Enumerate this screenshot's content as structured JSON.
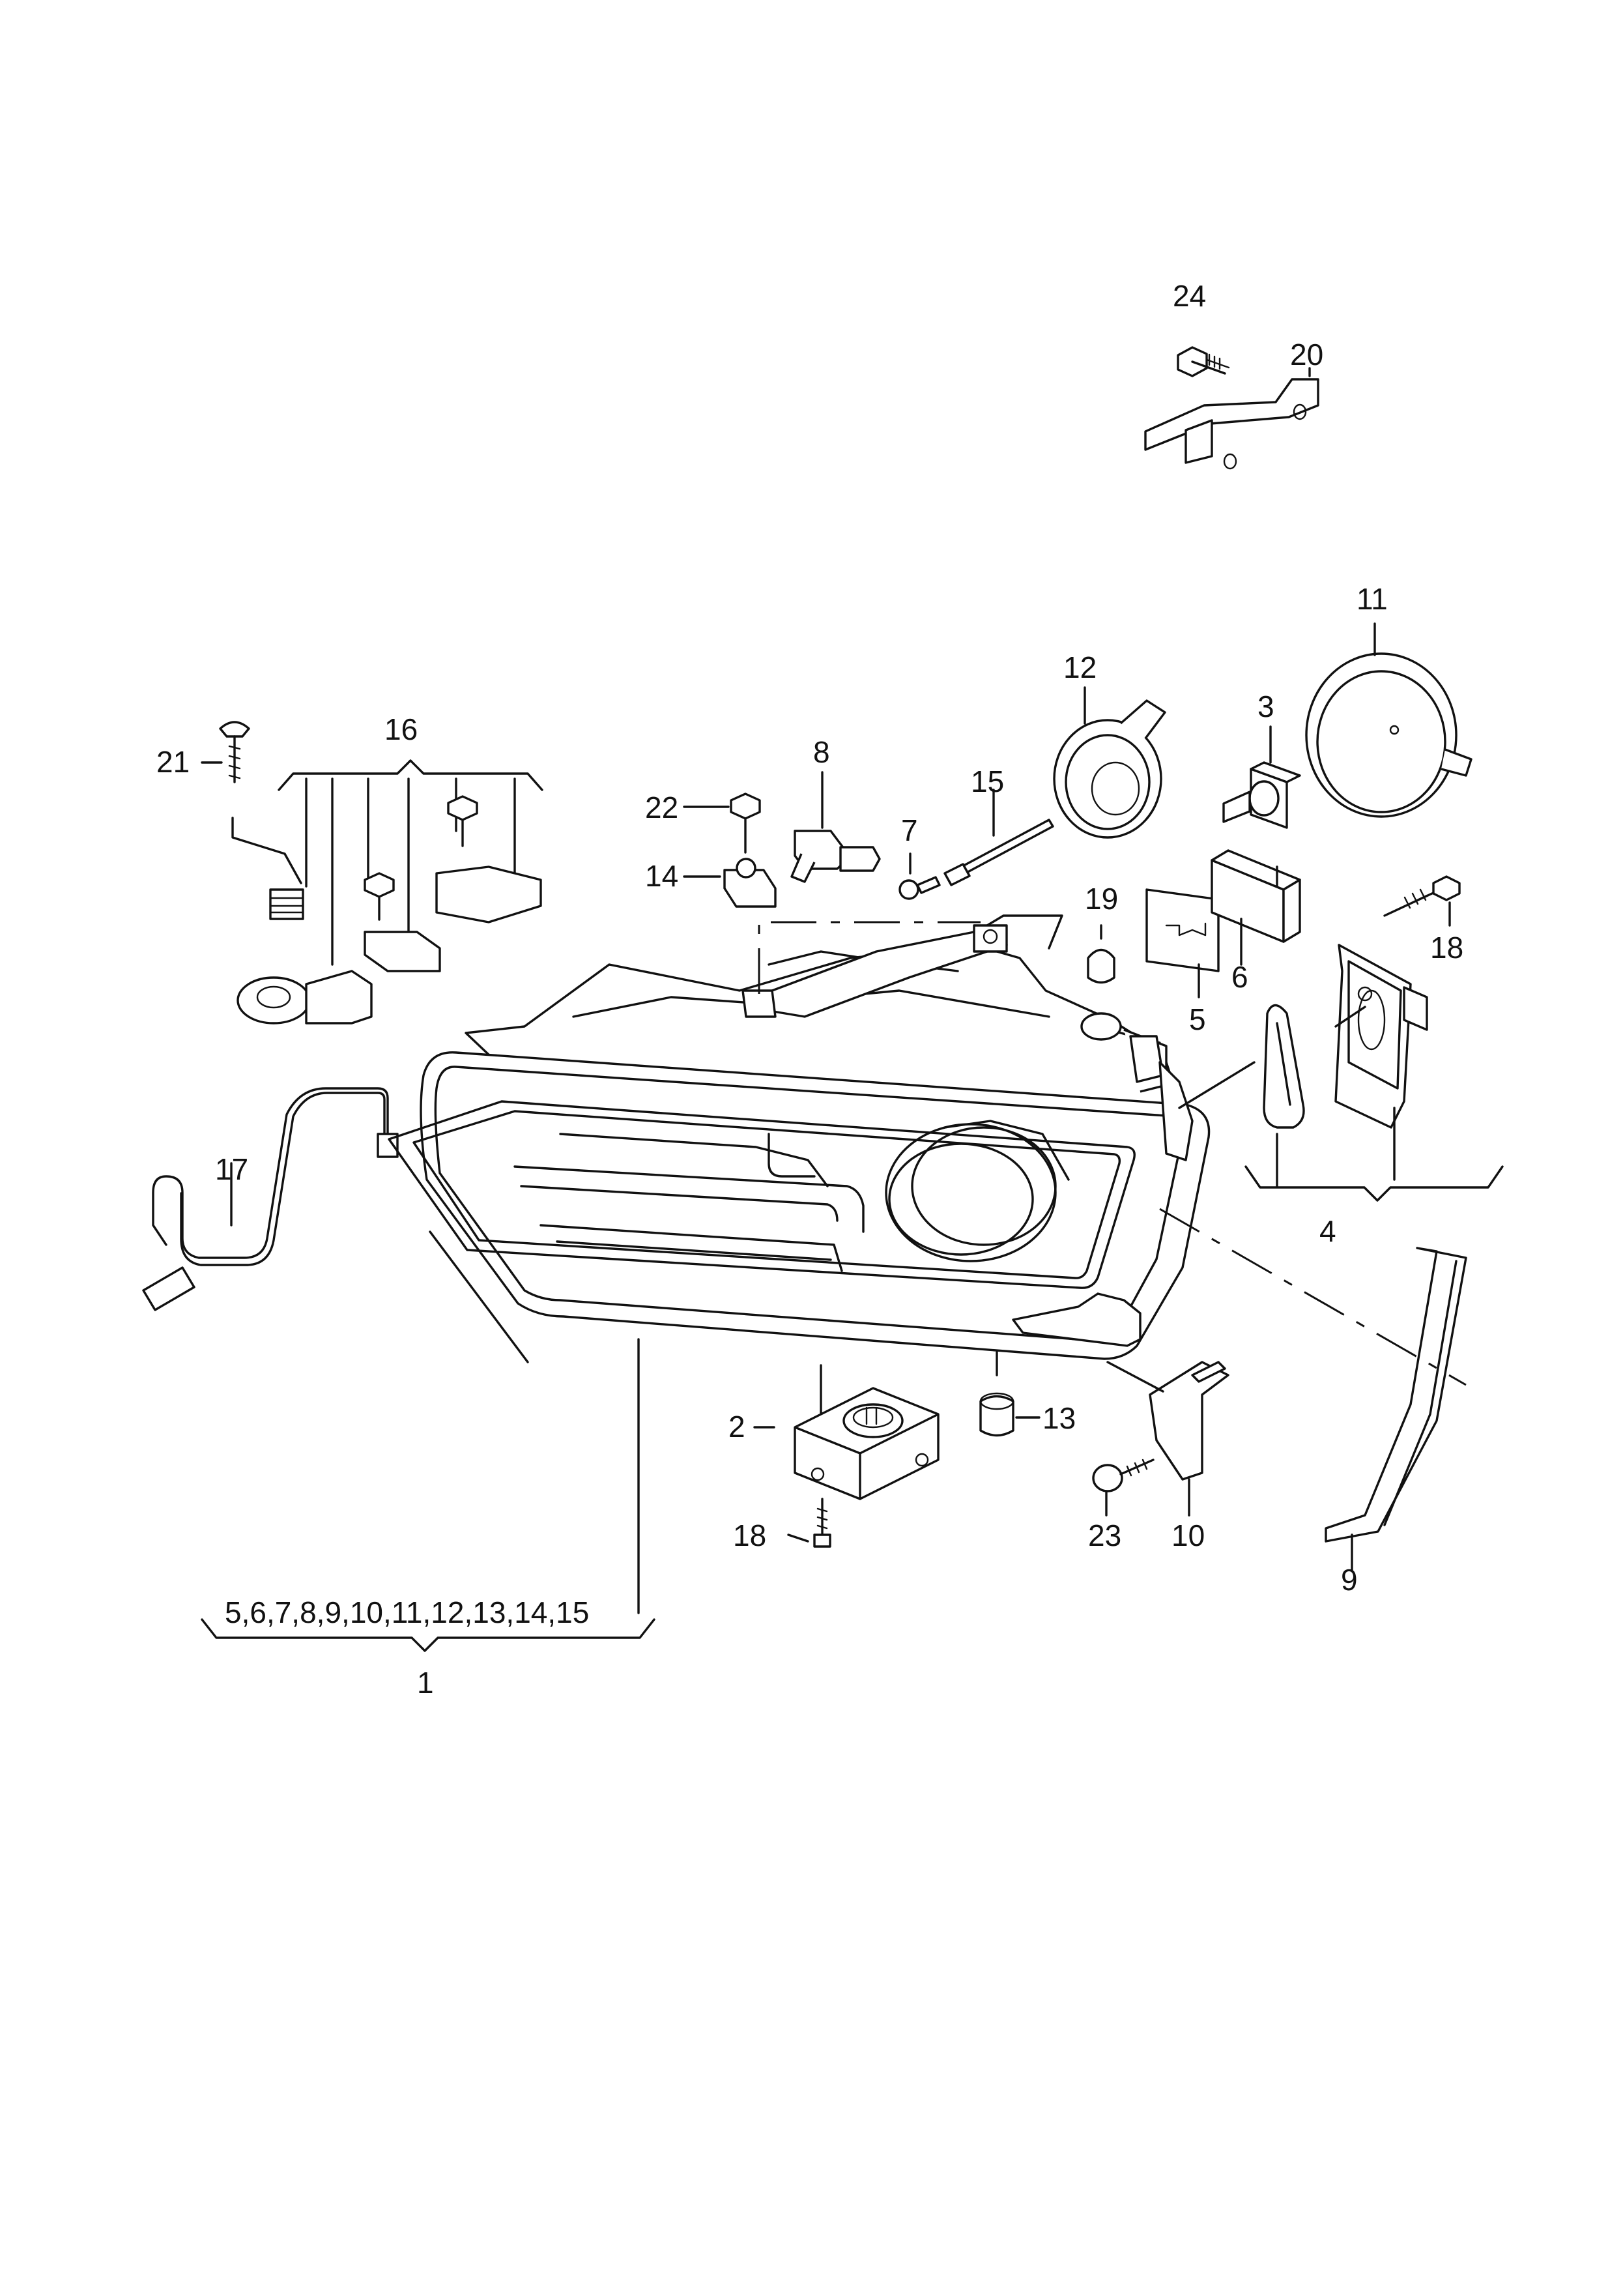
{
  "labels": {
    "p1": "1",
    "p2": "2",
    "p3": "3",
    "p4": "4",
    "p5": "5",
    "p6": "6",
    "p7": "7",
    "p8": "8",
    "p9": "9",
    "p10": "10",
    "p11": "11",
    "p12": "12",
    "p13": "13",
    "p14": "14",
    "p15": "15",
    "p16": "16",
    "p17": "17",
    "p18a": "18",
    "p18b": "18",
    "p19": "19",
    "p20": "20",
    "p21": "21",
    "p22": "22",
    "p23": "23",
    "p24": "24",
    "group1": "5,6,7,8,9,10,11,12,13,14,15"
  }
}
